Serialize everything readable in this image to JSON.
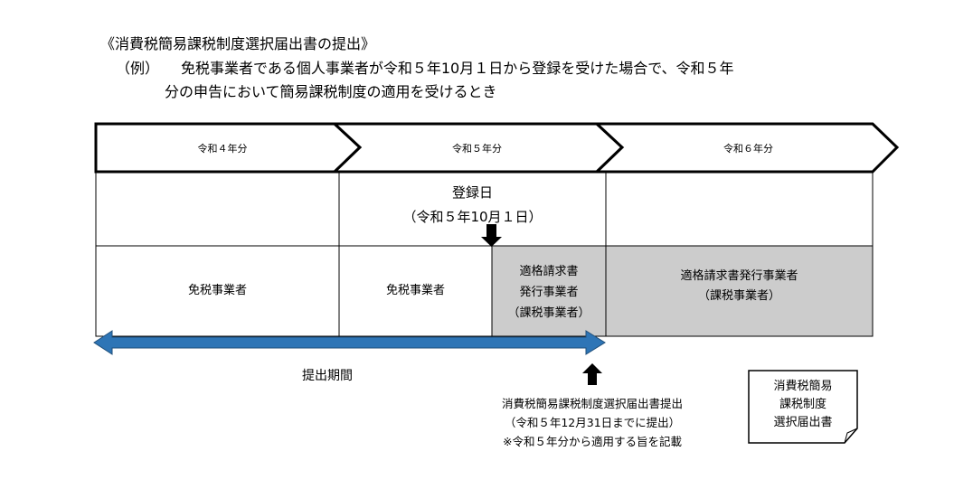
{
  "heading": {
    "title": "《消費税簡易課税制度選択届出書の提出》",
    "example_label": "（例）",
    "example_line1": "免税事業者である個人事業者が令和５年10月１日から登録を受けた場合で、令和５年",
    "example_line2": "分の申告において簡易課税制度の適用を受けるとき"
  },
  "timeline": {
    "years": [
      {
        "label": "令和４年分"
      },
      {
        "label": "令和５年分"
      },
      {
        "label": "令和６年分"
      }
    ],
    "registration": {
      "label": "登録日",
      "date": "（令和５年10月１日）"
    },
    "status_cells": [
      {
        "text": "免税事業者"
      },
      {
        "text": "免税事業者"
      },
      {
        "line1": "適格請求書",
        "line2": "発行事業者",
        "line3": "（課税事業者）"
      },
      {
        "line1": "適格請求書発行事業者",
        "line2": "（課税事業者）"
      }
    ],
    "period_label": "提出期間",
    "notes": {
      "line1": "消費税簡易課税制度選択届出書提出",
      "line2": "（令和５年12月31日までに提出）",
      "line3": "※令和５年分から適用する旨を記載"
    },
    "document": {
      "line1": "消費税簡易",
      "line2": "課税制度",
      "line3": "選択届出書"
    }
  },
  "colors": {
    "shaded_cell": "#cccccc",
    "period_arrow": "#2e75b6",
    "period_arrow_border": "#1f4e79",
    "line": "#000000"
  }
}
